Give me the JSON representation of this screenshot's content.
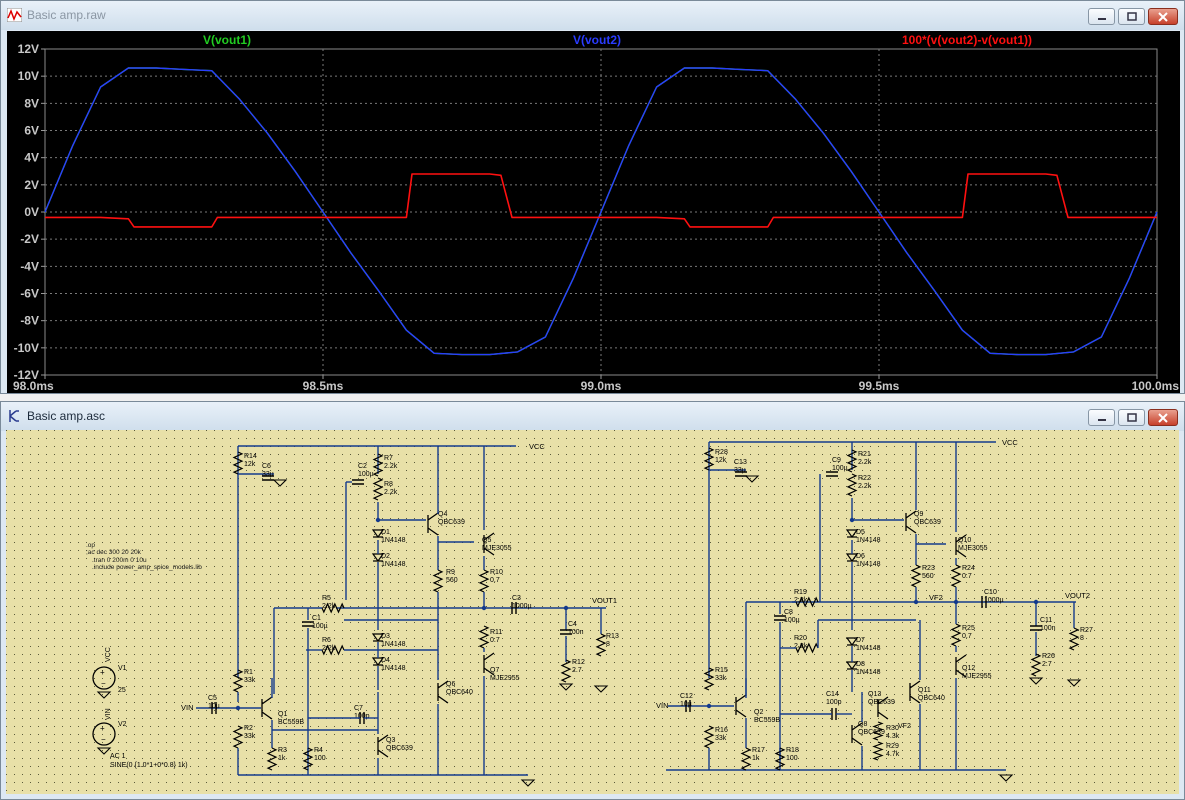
{
  "waveform_window": {
    "title": "Basic amp.raw",
    "traces": [
      {
        "label": "V(vout1)",
        "color": "#22cc22"
      },
      {
        "label": "V(vout2)",
        "color": "#2a3cff"
      },
      {
        "label": "100*(v(vout2)-v(vout1))",
        "color": "#ff1010"
      }
    ]
  },
  "schematic_window": {
    "title": "Basic amp.asc",
    "bg_color": "#e8e0a8",
    "directives": [
      ".op",
      ";ac dec 300 20 20k",
      ".tran 0 200m 0 10u",
      ".include power_amp_spice_models.lib"
    ],
    "sources": {
      "v1_name": "V1",
      "v1_net": "VCC",
      "v1_value": "25",
      "v2_name": "V2",
      "v2_net": "VIN",
      "ac_line": "AC 1",
      "sine_line": "SINE(0 {1.0*1+0*0.8} 1k)"
    },
    "nets": {
      "vcc": "VCC",
      "vin": "VIN",
      "vout1": "VOUT1",
      "vout2": "VOUT2",
      "vf2": "VF2"
    },
    "components": [
      {
        "ref": "R14",
        "val": "12k"
      },
      {
        "ref": "C6",
        "val": "33µ"
      },
      {
        "ref": "C2",
        "val": "100µ"
      },
      {
        "ref": "R7",
        "val": "2.2k"
      },
      {
        "ref": "R8",
        "val": "2.2k"
      },
      {
        "ref": "Q4",
        "val": "QBC639"
      },
      {
        "ref": "Q5",
        "val": "MJE3055"
      },
      {
        "ref": "D1",
        "val": "1N4148"
      },
      {
        "ref": "D2",
        "val": "1N4148"
      },
      {
        "ref": "R9",
        "val": "560"
      },
      {
        "ref": "R10",
        "val": "0.7"
      },
      {
        "ref": "R5",
        "val": "2.2k"
      },
      {
        "ref": "C3",
        "val": "1000µ"
      },
      {
        "ref": "C1",
        "val": "100µ"
      },
      {
        "ref": "R6",
        "val": "2.2k"
      },
      {
        "ref": "C4",
        "val": "100n"
      },
      {
        "ref": "R13",
        "val": "8"
      },
      {
        "ref": "R11",
        "val": "0.7"
      },
      {
        "ref": "D3",
        "val": "1N4148"
      },
      {
        "ref": "D4",
        "val": "1N4148"
      },
      {
        "ref": "Q7",
        "val": "MJE2955"
      },
      {
        "ref": "R12",
        "val": "2.7"
      },
      {
        "ref": "R1",
        "val": "33k"
      },
      {
        "ref": "Q6",
        "val": "QBC640"
      },
      {
        "ref": "C5",
        "val": "10µ"
      },
      {
        "ref": "Q1",
        "val": "BC559B"
      },
      {
        "ref": "C7",
        "val": "100p"
      },
      {
        "ref": "R2",
        "val": "33k"
      },
      {
        "ref": "Q3",
        "val": "QBC639"
      },
      {
        "ref": "R3",
        "val": "1k"
      },
      {
        "ref": "R4",
        "val": "100"
      },
      {
        "ref": "R28",
        "val": "12k"
      },
      {
        "ref": "C13",
        "val": "33µ"
      },
      {
        "ref": "C9",
        "val": "100µ"
      },
      {
        "ref": "R21",
        "val": "2.2k"
      },
      {
        "ref": "R22",
        "val": "2.2k"
      },
      {
        "ref": "Q9",
        "val": "QBC639"
      },
      {
        "ref": "Q10",
        "val": "MJE3055"
      },
      {
        "ref": "D5",
        "val": "1N4148"
      },
      {
        "ref": "D6",
        "val": "1N4148"
      },
      {
        "ref": "R23",
        "val": "560"
      },
      {
        "ref": "R24",
        "val": "0.7"
      },
      {
        "ref": "R19",
        "val": "2.2k"
      },
      {
        "ref": "C10",
        "val": "1000µ"
      },
      {
        "ref": "C8",
        "val": "100µ"
      },
      {
        "ref": "R20",
        "val": "2.2k"
      },
      {
        "ref": "C11",
        "val": "100n"
      },
      {
        "ref": "R27",
        "val": "8"
      },
      {
        "ref": "R25",
        "val": "0.7"
      },
      {
        "ref": "D7",
        "val": "1N4148"
      },
      {
        "ref": "D8",
        "val": "1N4148"
      },
      {
        "ref": "Q12",
        "val": "MJE2955"
      },
      {
        "ref": "R26",
        "val": "2.7"
      },
      {
        "ref": "R15",
        "val": "33k"
      },
      {
        "ref": "Q11",
        "val": "QBC640"
      },
      {
        "ref": "C12",
        "val": "10µ"
      },
      {
        "ref": "Q2",
        "val": "BC559B"
      },
      {
        "ref": "C14",
        "val": "100p"
      },
      {
        "ref": "Q13",
        "val": "QBC639"
      },
      {
        "ref": "R16",
        "val": "33k"
      },
      {
        "ref": "Q8",
        "val": "QBC639"
      },
      {
        "ref": "R17",
        "val": "1k"
      },
      {
        "ref": "R18",
        "val": "100"
      },
      {
        "ref": "R30",
        "val": "4.3k"
      },
      {
        "ref": "R29",
        "val": "4.7k"
      }
    ]
  },
  "chart_data": {
    "type": "line",
    "xlabel": "",
    "ylabel": "",
    "xlim": [
      98.0,
      100.0
    ],
    "ylim": [
      -12,
      12
    ],
    "x_ticks": [
      "98.0ms",
      "98.5ms",
      "99.0ms",
      "99.5ms",
      "100.0ms"
    ],
    "y_ticks": [
      "12V",
      "10V",
      "8V",
      "6V",
      "4V",
      "2V",
      "0V",
      "-2V",
      "-4V",
      "-6V",
      "-8V",
      "-10V",
      "-12V"
    ],
    "grid": true,
    "legend": "top",
    "series": [
      {
        "name": "V(vout1)",
        "x": [
          98.0,
          98.05,
          98.1,
          98.15,
          98.2,
          98.25,
          98.3,
          98.35,
          98.4,
          98.45,
          98.5,
          98.55,
          98.6,
          98.65,
          98.7,
          98.75,
          98.8,
          98.85,
          98.9,
          98.95,
          99.0,
          99.05,
          99.1,
          99.15,
          99.2,
          99.25,
          99.3,
          99.35,
          99.4,
          99.45,
          99.5,
          99.55,
          99.6,
          99.65,
          99.7,
          99.75,
          99.8,
          99.85,
          99.9,
          99.95,
          100.0
        ],
        "y": [
          0,
          4.9,
          9.2,
          10.6,
          10.6,
          10.5,
          10.4,
          8.3,
          5.8,
          3.0,
          0,
          -3.0,
          -5.8,
          -8.7,
          -10.4,
          -10.5,
          -10.5,
          -10.3,
          -9.2,
          -4.9,
          0,
          4.9,
          9.2,
          10.6,
          10.6,
          10.5,
          10.4,
          8.3,
          5.8,
          3.0,
          0,
          -3.0,
          -5.8,
          -8.7,
          -10.4,
          -10.5,
          -10.5,
          -10.3,
          -9.2,
          -4.9,
          0
        ]
      },
      {
        "name": "V(vout2)",
        "x": [
          98.0,
          98.05,
          98.1,
          98.15,
          98.2,
          98.25,
          98.3,
          98.35,
          98.4,
          98.45,
          98.5,
          98.55,
          98.6,
          98.65,
          98.7,
          98.75,
          98.8,
          98.85,
          98.9,
          98.95,
          99.0,
          99.05,
          99.1,
          99.15,
          99.2,
          99.25,
          99.3,
          99.35,
          99.4,
          99.45,
          99.5,
          99.55,
          99.6,
          99.65,
          99.7,
          99.75,
          99.8,
          99.85,
          99.9,
          99.95,
          100.0
        ],
        "y": [
          0,
          4.9,
          9.2,
          10.6,
          10.6,
          10.5,
          10.4,
          8.3,
          5.8,
          3.0,
          0,
          -3.0,
          -5.8,
          -8.7,
          -10.4,
          -10.5,
          -10.5,
          -10.3,
          -9.2,
          -4.9,
          0,
          4.9,
          9.2,
          10.6,
          10.6,
          10.5,
          10.4,
          8.3,
          5.8,
          3.0,
          0,
          -3.0,
          -5.8,
          -8.7,
          -10.4,
          -10.5,
          -10.5,
          -10.3,
          -9.2,
          -4.9,
          0
        ]
      },
      {
        "name": "100*(v(vout2)-v(vout1))",
        "x": [
          98.0,
          98.1,
          98.15,
          98.16,
          98.2,
          98.3,
          98.31,
          98.4,
          98.65,
          98.66,
          98.7,
          98.8,
          98.82,
          98.84,
          98.9,
          99.1,
          99.15,
          99.16,
          99.2,
          99.3,
          99.31,
          99.4,
          99.65,
          99.66,
          99.7,
          99.8,
          99.82,
          99.84,
          99.9,
          100.0
        ],
        "y": [
          -0.4,
          -0.4,
          -0.5,
          -1.1,
          -1.1,
          -1.1,
          -0.4,
          -0.4,
          -0.4,
          2.8,
          2.8,
          2.8,
          2.7,
          -0.4,
          -0.4,
          -0.4,
          -0.5,
          -1.1,
          -1.1,
          -1.1,
          -0.4,
          -0.4,
          -0.4,
          2.8,
          2.8,
          2.8,
          2.7,
          -0.4,
          -0.4,
          -0.4
        ]
      }
    ]
  }
}
